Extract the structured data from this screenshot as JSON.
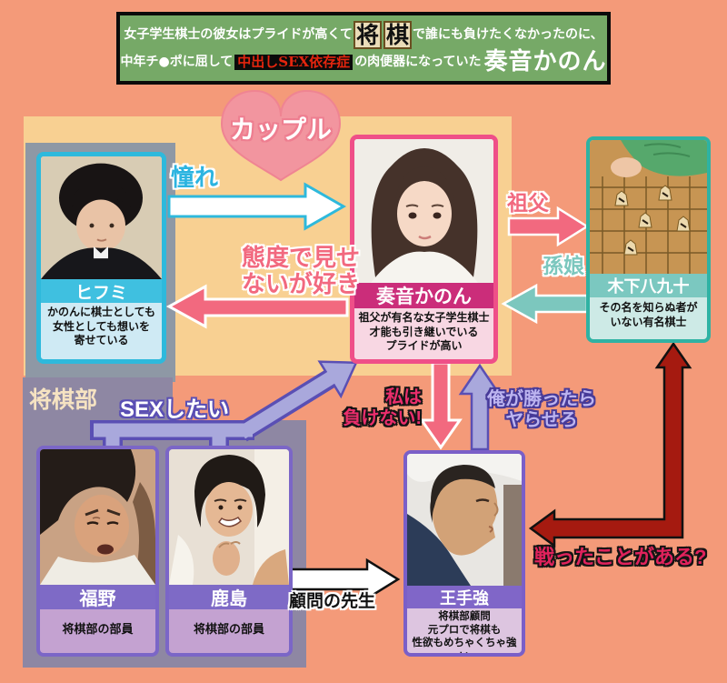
{
  "banner": {
    "line1_pre": "女子学生棋士の彼女はプライドが高くて",
    "tile1": "将",
    "tile2": "棋",
    "line1_post": "で誰にも負けたくなかったのに、",
    "line2_pre": "中年チ●ポに屈して",
    "line2_highlight": "中出しSEX依存症",
    "line2_post": "の肉便器になっていた",
    "line2_name": "奏音かのん"
  },
  "labels": {
    "couple": "カップル",
    "club": "将棋部"
  },
  "relations": {
    "admiration": "憧れ",
    "likes_secretly": "態度で見せ\nないが好き",
    "grandfather": "祖父",
    "granddaughter": "孫娘",
    "want_sex": "SEXしたい",
    "wont_lose": "私は\n負けない!",
    "if_i_win": "俺が勝ったら\nヤらせろ",
    "fought_before": "戦ったことがある?",
    "advisor": "顧問の先生"
  },
  "characters": {
    "hifumi": {
      "name": "ヒフミ",
      "description": "かのんに棋士としても\n女性としても想いを\n寄せている"
    },
    "kanon": {
      "name": "奏音かのん",
      "description": "祖父が有名な女子学生棋士\n才能も引き継いでいる\nプライドが高い"
    },
    "kinoshita": {
      "name": "木下八九十",
      "description": "その名を知らぬ者が\nいない有名棋士"
    },
    "fukuno": {
      "name": "福野",
      "description": "将棋部の部員"
    },
    "kashima": {
      "name": "鹿島",
      "description": "将棋部の部員"
    },
    "ote": {
      "name": "王手強",
      "description": "将棋部顧問\n元プロで将棋も\n性欲もめちゃくちゃ強い"
    }
  },
  "colors": {
    "background": "#f49a79",
    "banner_green": "#76a967",
    "banner_highlight_red": "#e3250e",
    "couple_panel": "#f8d092",
    "club_panel": "#8e87a3",
    "heart_pink": "#f2959f",
    "hifumi_accent": "#2eb9dc",
    "kanon_accent": "#ef4f88",
    "kinoshita_accent": "#2fb2a3",
    "club_member_accent": "#7b66c7",
    "ote_accent": "#7a5fc8",
    "pink_arrow": "#f2697f",
    "teal_arrow": "#7cc7be",
    "lavender_arrow": "#a9a8dc",
    "dark_red_arrow": "#a51a10"
  }
}
